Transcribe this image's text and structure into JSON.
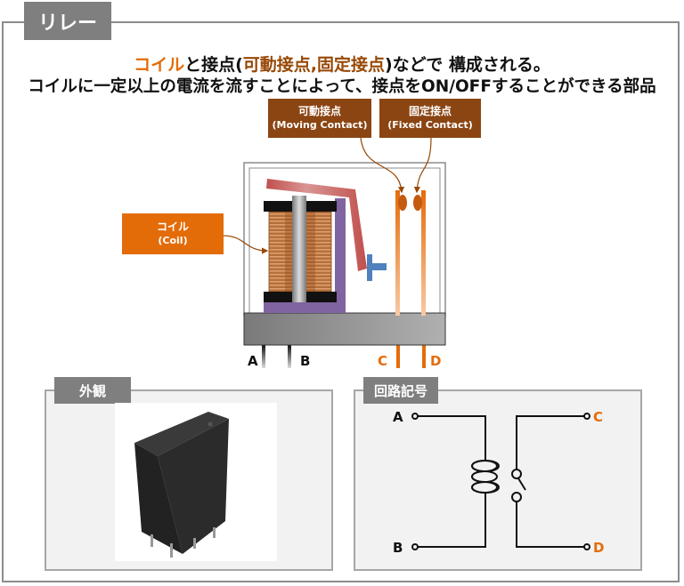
{
  "header": {
    "title": "リレー"
  },
  "description": {
    "line1": {
      "part1": "コイル",
      "part2": "と接点(",
      "part3": "可動接点,固定接点",
      "part4": ")などで 構成される。"
    },
    "line2": "コイルに一定以上の電流を流すことによって、接点をON/OFFすることができる部品"
  },
  "callouts": {
    "moving_contact": {
      "label": "可動接点",
      "sub": "(Moving Contact)"
    },
    "fixed_contact": {
      "label": "固定接点",
      "sub": "(Fixed Contact)"
    },
    "coil": {
      "label": "コイル",
      "sub": "(Coil)"
    }
  },
  "pins": {
    "a": "A",
    "b": "B",
    "c": "C",
    "d": "D"
  },
  "panels": {
    "appearance": {
      "title": "外観"
    },
    "symbol": {
      "title": "回路記号"
    }
  },
  "colors": {
    "orange": "#e46c0a",
    "brown": "#8b4513",
    "tab_gray": "#7f7f7f",
    "panel_bg": "#f2f2f2"
  }
}
